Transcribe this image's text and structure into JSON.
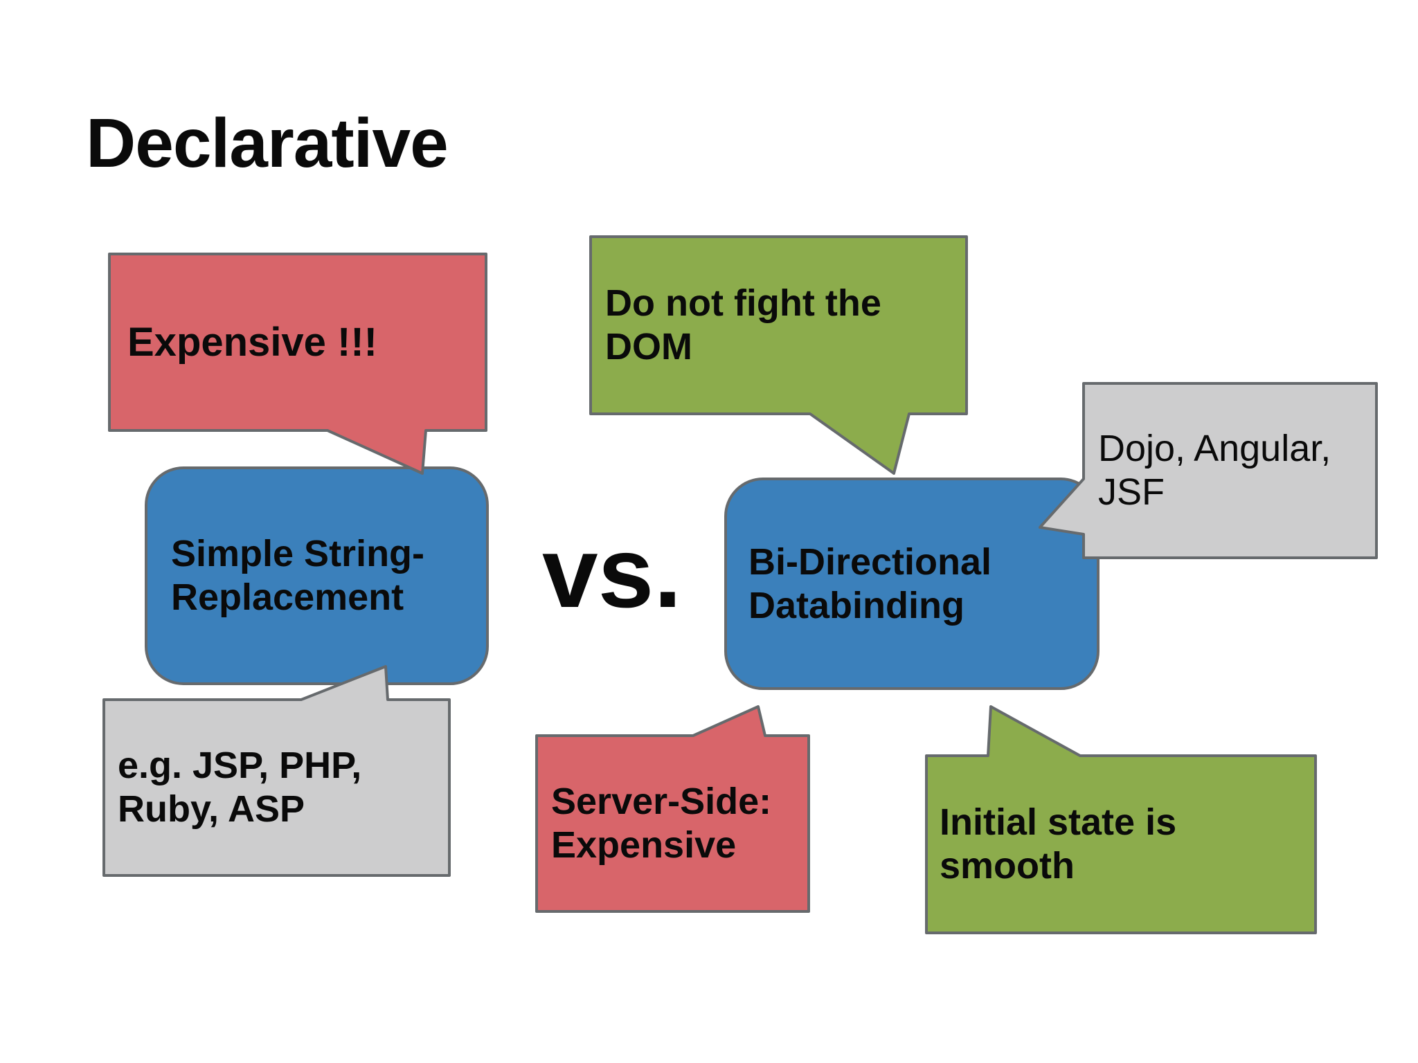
{
  "slide": {
    "title": "Declarative",
    "versus": "vs.",
    "colors": {
      "red": "#d8656a",
      "blue": "#3b80bb",
      "green": "#8cac4c",
      "gray": "#cdcdce",
      "border": "#666a6d",
      "text": "#0a0a0a",
      "background": "#ffffff"
    },
    "concepts": [
      {
        "id": "simple",
        "lines": [
          "Simple String-",
          "Replacement"
        ]
      },
      {
        "id": "bidirectional",
        "lines": [
          "Bi-Directional",
          "Databinding"
        ]
      }
    ],
    "callouts": [
      {
        "id": "expensive",
        "tone": "red",
        "lines": [
          "Expensive !!!",
          ""
        ]
      },
      {
        "id": "dom",
        "tone": "green",
        "lines": [
          "Do not fight the",
          "DOM"
        ]
      },
      {
        "id": "dojo",
        "tone": "gray",
        "lines": [
          "Dojo, Angular,",
          "JSF"
        ]
      },
      {
        "id": "eg",
        "tone": "gray",
        "lines": [
          "e.g. JSP, PHP,",
          "Ruby, ASP"
        ]
      },
      {
        "id": "server",
        "tone": "red",
        "lines": [
          "Server-Side:",
          "Expensive"
        ]
      },
      {
        "id": "smooth",
        "tone": "green",
        "lines": [
          "Initial state is",
          "smooth"
        ]
      }
    ]
  }
}
